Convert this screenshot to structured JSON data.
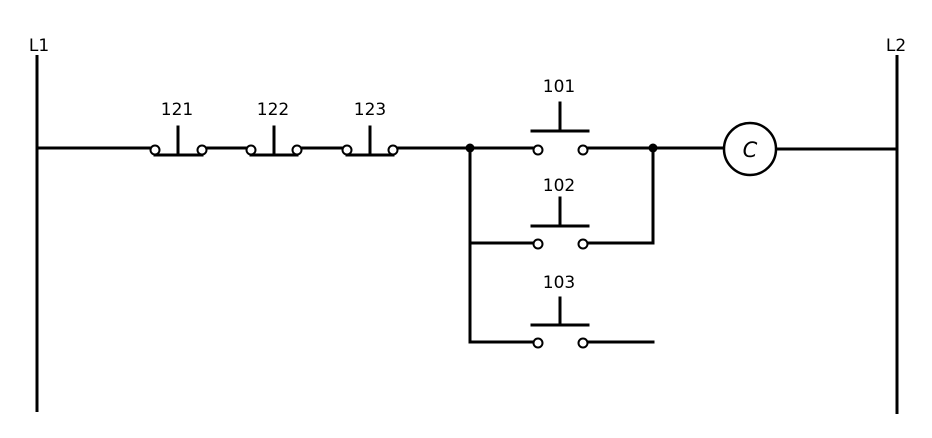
{
  "rails": {
    "left_label": "L1",
    "right_label": "L2"
  },
  "series_switches": [
    {
      "label": "121",
      "contact_type": "normally-closed"
    },
    {
      "label": "122",
      "contact_type": "normally-closed"
    },
    {
      "label": "123",
      "contact_type": "normally-closed"
    }
  ],
  "parallel_switches": [
    {
      "label": "101",
      "contact_type": "normally-open"
    },
    {
      "label": "102",
      "contact_type": "normally-open"
    },
    {
      "label": "103",
      "contact_type": "normally-open"
    }
  ],
  "coil": {
    "label": "C"
  },
  "colors": {
    "ink": "#000000",
    "background": "#ffffff"
  }
}
